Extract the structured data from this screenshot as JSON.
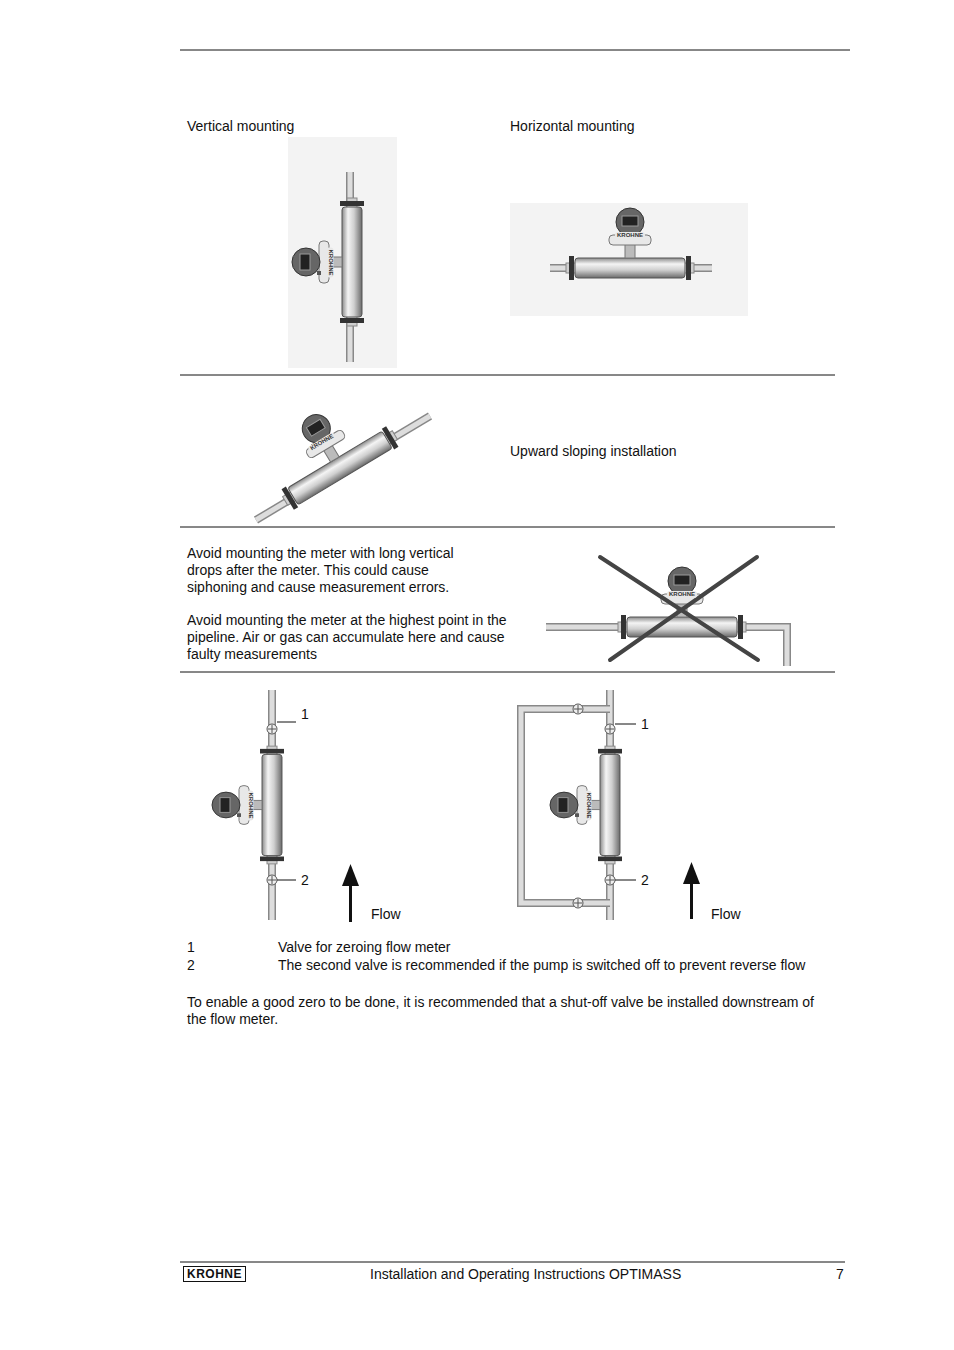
{
  "diagram": {
    "labels": [
      "Vertical mounting",
      "Horizontal mounting",
      "Upward sloping installation",
      "Avoid mounting the meter with long vertical drops after the meter. This could cause siphoning and cause measurement errors.",
      "Avoid mounting the meter at the highest point in the pipeline. Air or gas can accumulate here and cause faulty measurements",
      "1",
      "2",
      "Flow",
      "1",
      "2",
      "Flow",
      "1",
      "Valve for zeroing flow meter",
      "2",
      "The second valve is recommended if the pump is switched off to prevent reverse flow",
      "To enable a good zero to be done, it is recommended that a shut-off valve be installed downstream of the flow meter.",
      "KROHNE",
      "Installation and Operating Instructions OPTIMASS",
      "7",
      "KROHNE",
      "KROHNE",
      "KROHNE",
      "KROHNE",
      "KROHNE",
      "KROHNE"
    ]
  }
}
